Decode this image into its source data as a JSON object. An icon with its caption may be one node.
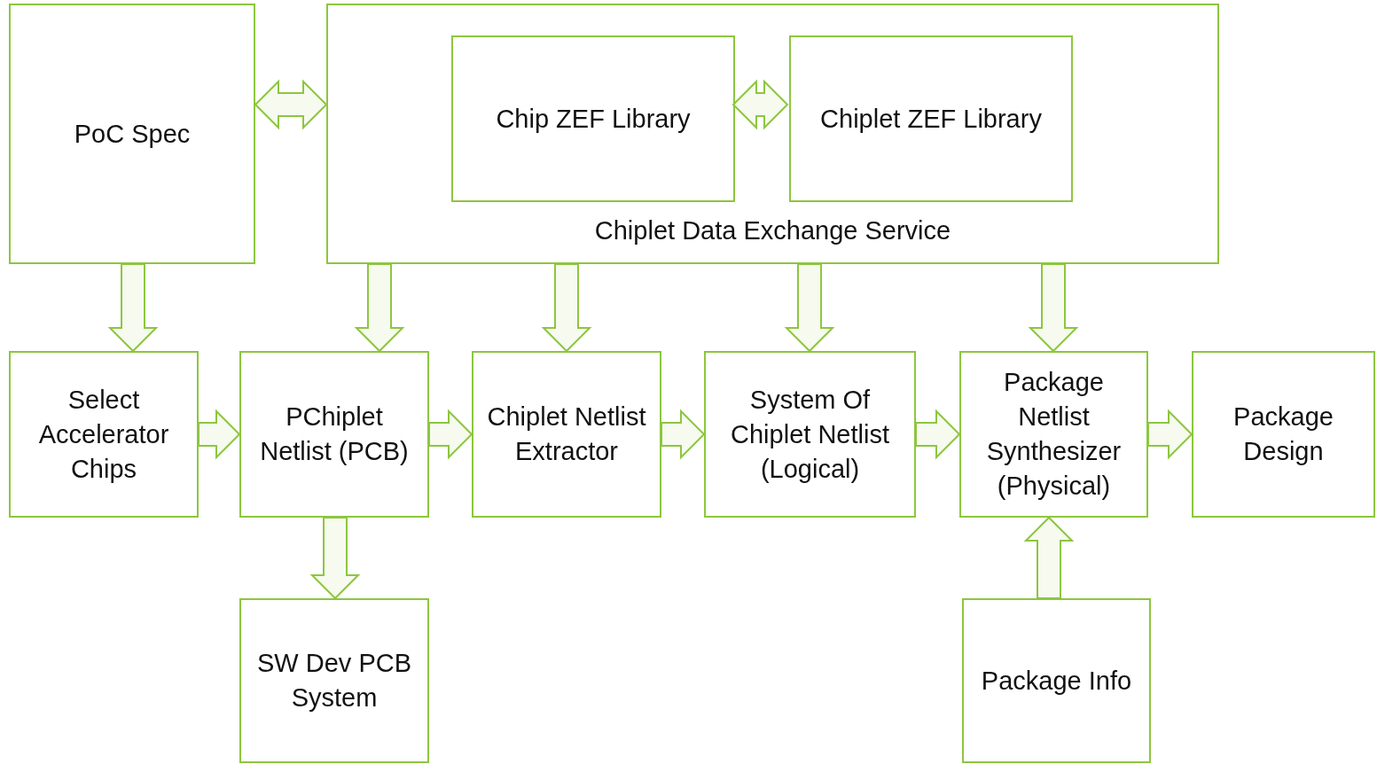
{
  "diagram": {
    "nodes": [
      {
        "text": [
          "PoC Spec"
        ]
      },
      {
        "text": [
          "Chiplet Data Exchange Service"
        ]
      },
      {
        "text": [
          "Chip ZEF Library"
        ],
        "in": 1
      },
      {
        "text": [
          "Chiplet ZEF Library"
        ],
        "in": 1
      },
      {
        "text": [
          "Select Accelerator Chips"
        ]
      },
      {
        "text": [
          "PChiplet Netlist (PCB)"
        ]
      },
      {
        "text": [
          "Chiplet Netlist Extractor"
        ]
      },
      {
        "text": [
          "System Of Chiplet Netlist (Logical)"
        ]
      },
      {
        "text": [
          "Package Netlist Synthesizer (Physical)"
        ]
      },
      {
        "text": [
          "Package Design"
        ]
      },
      {
        "text": [
          "SW Dev PCB System"
        ]
      },
      {
        "text": [
          "Package Info"
        ]
      }
    ],
    "edges": [
      {
        "from": 0,
        "to": 1,
        "arrow": "both"
      },
      {
        "from": 2,
        "to": 3,
        "arrow": "both"
      },
      {
        "from": 0,
        "to": 4,
        "arrow": "to"
      },
      {
        "from": 1,
        "to": 5,
        "arrow": "to"
      },
      {
        "from": 1,
        "to": 6,
        "arrow": "to"
      },
      {
        "from": 1,
        "to": 7,
        "arrow": "to"
      },
      {
        "from": 1,
        "to": 8,
        "arrow": "to"
      },
      {
        "from": 4,
        "to": 5,
        "arrow": "to"
      },
      {
        "from": 5,
        "to": 6,
        "arrow": "to"
      },
      {
        "from": 6,
        "to": 7,
        "arrow": "to"
      },
      {
        "from": 7,
        "to": 8,
        "arrow": "to"
      },
      {
        "from": 8,
        "to": 9,
        "arrow": "to"
      },
      {
        "from": 5,
        "to": 10,
        "arrow": "to"
      },
      {
        "from": 11,
        "to": 8,
        "arrow": "to"
      }
    ]
  }
}
